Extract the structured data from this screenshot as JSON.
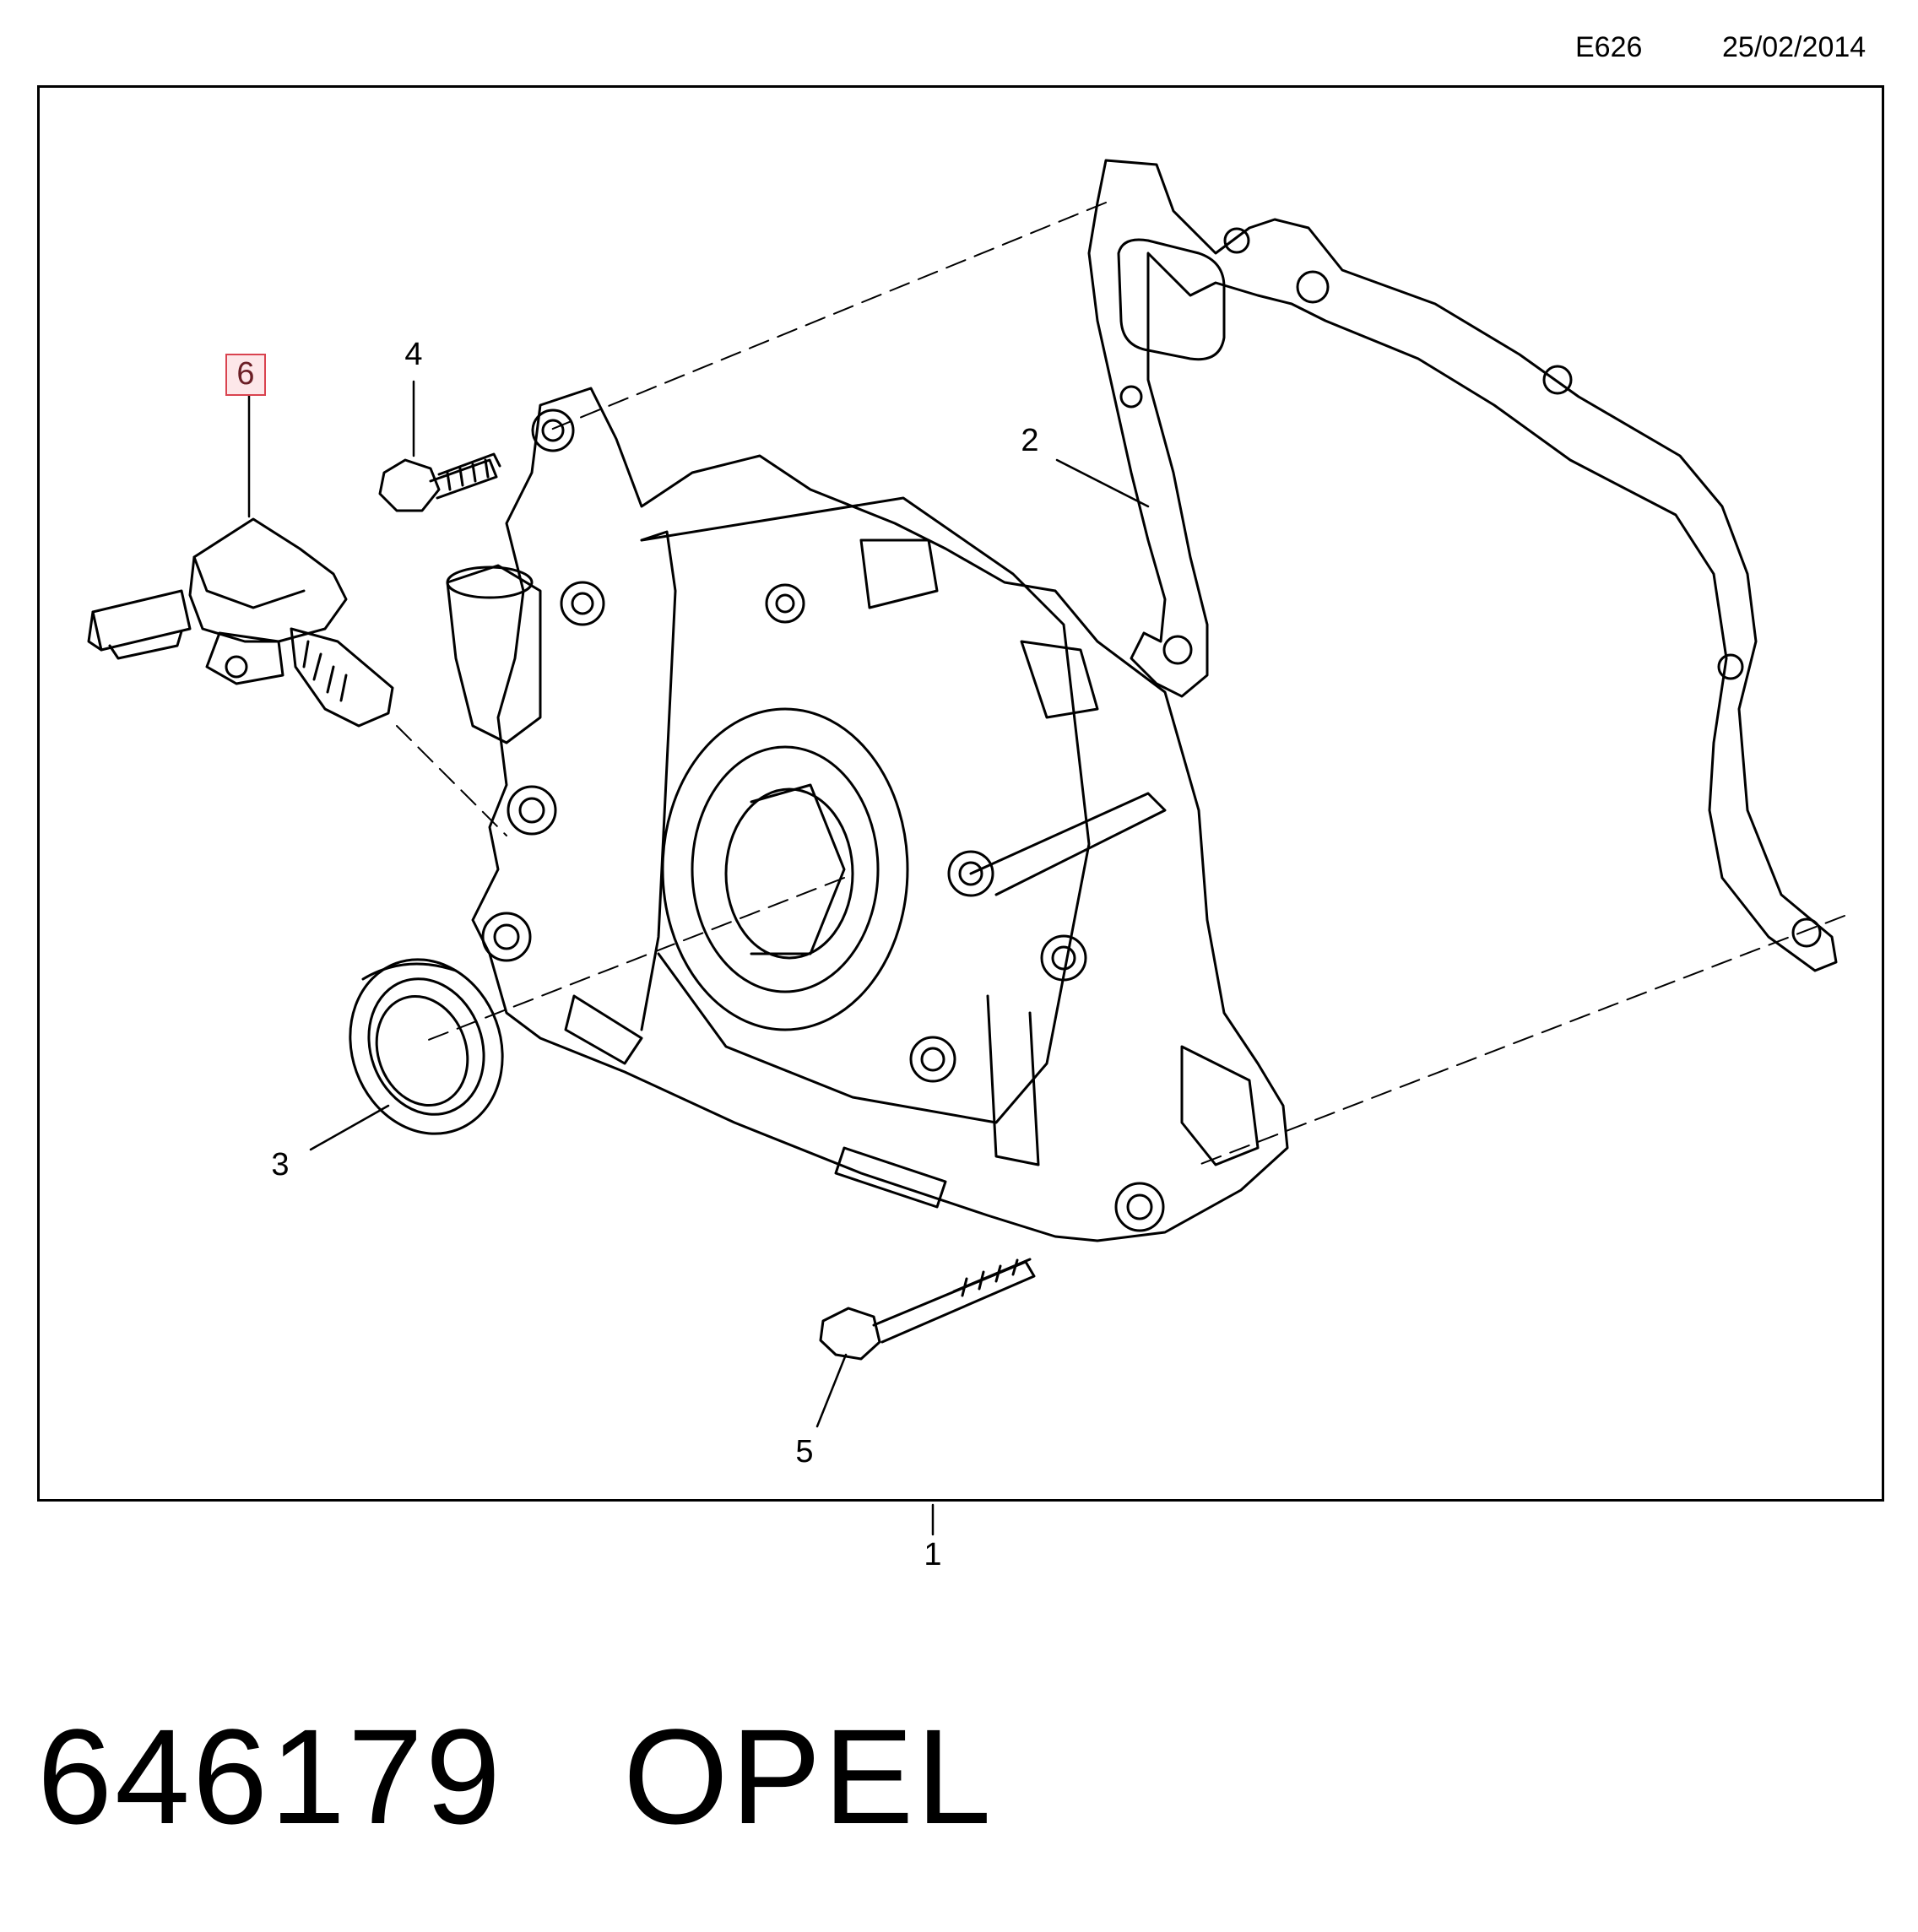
{
  "header": {
    "code": "E626",
    "date": "25/02/2014"
  },
  "callouts": {
    "c1": "1",
    "c2": "2",
    "c3": "3",
    "c4": "4",
    "c5": "5",
    "c6": "6"
  },
  "highlighted_callout": "6",
  "footer": {
    "part_number": "646179",
    "brand": "OPEL"
  },
  "colors": {
    "highlight_border": "#d9434f",
    "highlight_fill": "#fde7e9",
    "line": "#000000"
  }
}
